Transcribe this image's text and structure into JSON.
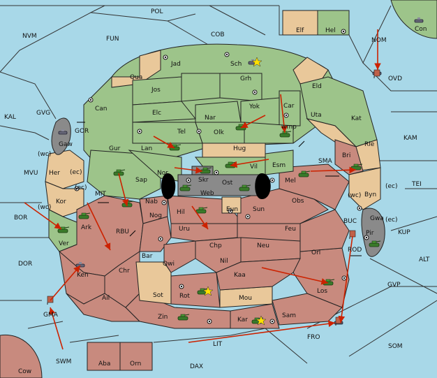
{
  "sea_labels": [
    {
      "id": "pol",
      "text": "POL"
    },
    {
      "id": "nvm",
      "text": "NVM"
    },
    {
      "id": "fun",
      "text": "FUN"
    },
    {
      "id": "cob",
      "text": "COB"
    },
    {
      "id": "nom",
      "text": "NOM"
    },
    {
      "id": "kal",
      "text": "KAL"
    },
    {
      "id": "gvg",
      "text": "GVG"
    },
    {
      "id": "mvu",
      "text": "MVU"
    },
    {
      "id": "kam",
      "text": "KAM"
    },
    {
      "id": "tei",
      "text": "TEI"
    },
    {
      "id": "bor",
      "text": "BOR"
    },
    {
      "id": "dor",
      "text": "DOR"
    },
    {
      "id": "kup",
      "text": "KUP"
    },
    {
      "id": "alt",
      "text": "ALT"
    },
    {
      "id": "gvp",
      "text": "GVP"
    },
    {
      "id": "som",
      "text": "SOM"
    },
    {
      "id": "swm",
      "text": "SWM"
    },
    {
      "id": "dax",
      "text": "DAX"
    },
    {
      "id": "lit",
      "text": "LIT"
    },
    {
      "id": "fro",
      "text": "FRO"
    },
    {
      "id": "mit",
      "text": "MIT"
    },
    {
      "id": "rbu",
      "text": "RBU"
    },
    {
      "id": "gor",
      "text": "GOR"
    },
    {
      "id": "sma",
      "text": "SMA"
    },
    {
      "id": "buc",
      "text": "BUC"
    },
    {
      "id": "rod",
      "text": "ROD"
    },
    {
      "id": "ovd",
      "text": "OVD"
    },
    {
      "id": "gma",
      "text": "GMA"
    }
  ],
  "land_labels": [
    {
      "id": "jad",
      "text": "Jad"
    },
    {
      "id": "sch",
      "text": "Sch"
    },
    {
      "id": "qua",
      "text": "Qua"
    },
    {
      "id": "jos",
      "text": "Jos"
    },
    {
      "id": "grh",
      "text": "Grh"
    },
    {
      "id": "eld",
      "text": "Eld"
    },
    {
      "id": "can",
      "text": "Can"
    },
    {
      "id": "elc",
      "text": "Elc"
    },
    {
      "id": "nar",
      "text": "Nar"
    },
    {
      "id": "yok",
      "text": "Yok"
    },
    {
      "id": "car",
      "text": "Car"
    },
    {
      "id": "uta",
      "text": "Uta"
    },
    {
      "id": "kat",
      "text": "Kat"
    },
    {
      "id": "tel",
      "text": "Tel"
    },
    {
      "id": "olk",
      "text": "Olk"
    },
    {
      "id": "wmp",
      "text": "wmp"
    },
    {
      "id": "gur",
      "text": "Gur"
    },
    {
      "id": "lan",
      "text": "Lan"
    },
    {
      "id": "hug",
      "text": "Hug"
    },
    {
      "id": "rie",
      "text": "Rie"
    },
    {
      "id": "nor",
      "text": "Nor"
    },
    {
      "id": "skr",
      "text": "Skr"
    },
    {
      "id": "vil",
      "text": "Vil"
    },
    {
      "id": "esm",
      "text": "Esm"
    },
    {
      "id": "bri",
      "text": "Bri"
    },
    {
      "id": "sap",
      "text": "Sap"
    },
    {
      "id": "ost",
      "text": "Ost"
    },
    {
      "id": "web",
      "text": "Web"
    },
    {
      "id": "mel",
      "text": "Mel"
    },
    {
      "id": "byn",
      "text": "Byn"
    },
    {
      "id": "her",
      "text": "Her"
    },
    {
      "id": "gaw",
      "text": "Gaw"
    },
    {
      "id": "kor",
      "text": "Kor"
    },
    {
      "id": "nab",
      "text": "Nab"
    },
    {
      "id": "eun",
      "text": "Eun"
    },
    {
      "id": "sun",
      "text": "Sun"
    },
    {
      "id": "obs",
      "text": "Obs"
    },
    {
      "id": "gwa",
      "text": "Gwa"
    },
    {
      "id": "pir",
      "text": "Pir"
    },
    {
      "id": "ver",
      "text": "Ver"
    },
    {
      "id": "ark",
      "text": "Ark"
    },
    {
      "id": "nog",
      "text": "Nog"
    },
    {
      "id": "hil",
      "text": "Hil"
    },
    {
      "id": "uru",
      "text": "Uru"
    },
    {
      "id": "feu",
      "text": "Feu"
    },
    {
      "id": "chp",
      "text": "Chp"
    },
    {
      "id": "neu",
      "text": "Neu"
    },
    {
      "id": "orl",
      "text": "Orl"
    },
    {
      "id": "bar",
      "text": "Bar"
    },
    {
      "id": "qwi",
      "text": "Qwi"
    },
    {
      "id": "nil",
      "text": "Nil"
    },
    {
      "id": "chr",
      "text": "Chr"
    },
    {
      "id": "ken",
      "text": "Ken"
    },
    {
      "id": "kaa",
      "text": "Kaa"
    },
    {
      "id": "los",
      "text": "Los"
    },
    {
      "id": "sot",
      "text": "Sot"
    },
    {
      "id": "rot",
      "text": "Rot"
    },
    {
      "id": "mou",
      "text": "Mou"
    },
    {
      "id": "ail",
      "text": "Ail"
    },
    {
      "id": "zin",
      "text": "Zin"
    },
    {
      "id": "kar",
      "text": "Kar"
    },
    {
      "id": "sam",
      "text": "Sam"
    },
    {
      "id": "elf",
      "text": "Elf"
    },
    {
      "id": "hel",
      "text": "Hel"
    },
    {
      "id": "con",
      "text": "Con"
    },
    {
      "id": "aba",
      "text": "Aba"
    },
    {
      "id": "orn",
      "text": "Orn"
    },
    {
      "id": "cow",
      "text": "Cow"
    }
  ],
  "coast_labels": [
    {
      "id": "wc1",
      "text": "(wc)"
    },
    {
      "id": "ec1",
      "text": "(ec)"
    },
    {
      "id": "ec2",
      "text": "(ec)"
    },
    {
      "id": "wc2",
      "text": "(wc)"
    },
    {
      "id": "wc3",
      "text": "(wc)"
    },
    {
      "id": "ec3",
      "text": "(ec)"
    },
    {
      "id": "ec4",
      "text": "(ec)"
    }
  ]
}
